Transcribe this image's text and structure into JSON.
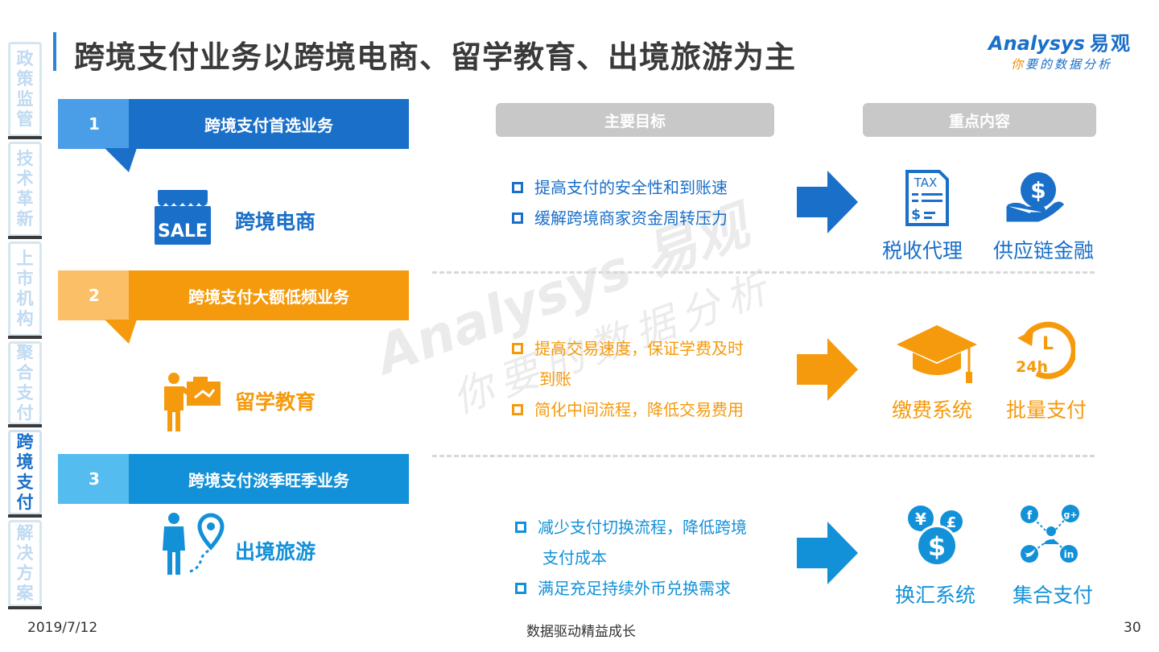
{
  "sidebar": {
    "tabs": [
      {
        "label": "政策监管",
        "active": false
      },
      {
        "label": "技术革新",
        "active": false
      },
      {
        "label": "上市机构",
        "active": false
      },
      {
        "label": "聚合支付",
        "active": false
      },
      {
        "label": "跨境支付",
        "active": true
      },
      {
        "label": "解决方案",
        "active": false
      }
    ]
  },
  "header": {
    "title": "跨境支付业务以跨境电商、留学教育、出境旅游为主"
  },
  "logo": {
    "name_en": "Analysys",
    "name_cn": "易观",
    "slogan_first": "你",
    "slogan_rest": "要的数据分析"
  },
  "columns": {
    "goals": "主要目标",
    "focus": "重点内容"
  },
  "sections": [
    {
      "number": "1",
      "heading": "跨境支付首选业务",
      "label": "跨境电商",
      "icon_text": "SALE",
      "color": "#1a6fc8",
      "goals": [
        "提高支付的安全性和到账速",
        "缓解跨境商家资金周转压力"
      ],
      "features": [
        "税收代理",
        "供应链金融"
      ]
    },
    {
      "number": "2",
      "heading": "跨境支付大额低频业务",
      "label": "留学教育",
      "color": "#f59a0c",
      "goals_lines": [
        "提高交易速度，保证学费及时",
        "到账",
        "简化中间流程，降低交易费用"
      ],
      "features": [
        "缴费系统",
        "批量支付"
      ],
      "icon_text": "24h",
      "clock_letter": "L"
    },
    {
      "number": "3",
      "heading": "跨境支付淡季旺季业务",
      "label": "出境旅游",
      "color": "#1291d8",
      "goals_lines": [
        "减少支付切换流程，降低跨境",
        "支付成本",
        "满足充足持续外币兑换需求"
      ],
      "features": [
        "换汇系统",
        "集合支付"
      ]
    }
  ],
  "tax_icon_text": "TAX",
  "footer": {
    "date": "2019/7/12",
    "center": "数据驱动精益成长",
    "page": "30"
  }
}
